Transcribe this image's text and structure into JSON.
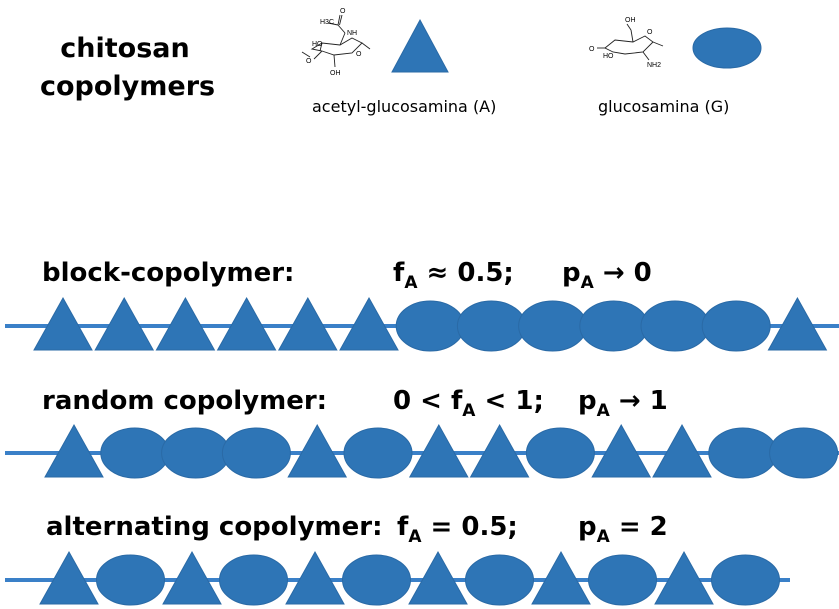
{
  "header": {
    "title_line1": "chitosan",
    "title_line2": "copolymers"
  },
  "legend": {
    "acetyl": {
      "caption": "acetyl-glucosamina (A)",
      "shape": "triangle",
      "structure_labels": [
        "H3C",
        "O",
        "NH",
        "HO",
        "O",
        "O",
        "OH"
      ]
    },
    "gluco": {
      "caption": "glucosamina (G)",
      "shape": "ellipse",
      "structure_labels": [
        "OH",
        "O",
        "HO",
        "O",
        "NH2"
      ]
    }
  },
  "rows": [
    {
      "name": "block-copolymer",
      "label": "block-copolymer:",
      "f": {
        "prefix": "f",
        "sub": "A",
        "rest": " ≈ 0.5;"
      },
      "p": {
        "prefix": "p",
        "sub": "A",
        "rest": " → 0"
      },
      "sequence": [
        "A",
        "A",
        "A",
        "A",
        "A",
        "A",
        "G",
        "G",
        "G",
        "G",
        "G",
        "G",
        "A"
      ]
    },
    {
      "name": "random-copolymer",
      "label": "random copolymer:",
      "f": {
        "prefix": "0 < f",
        "sub": "A",
        "rest": " < 1;"
      },
      "p": {
        "prefix": "p",
        "sub": "A",
        "rest": " → 1"
      },
      "sequence": [
        "A",
        "G",
        "G",
        "G",
        "A",
        "G",
        "A",
        "A",
        "G",
        "A",
        "A",
        "G",
        "G"
      ]
    },
    {
      "name": "alternating-copolymer",
      "label": "alternating copolymer:",
      "f": {
        "prefix": "f",
        "sub": "A",
        "rest": " = 0.5;"
      },
      "p": {
        "prefix": "p",
        "sub": "A",
        "rest": " = 2"
      },
      "sequence": [
        "A",
        "G",
        "A",
        "G",
        "A",
        "G",
        "A",
        "G",
        "A",
        "G",
        "A",
        "G"
      ]
    }
  ],
  "colors": {
    "monomer_fill": "#2e75b6",
    "monomer_stroke": "#2a6aa6",
    "chain_line": "#3a80c8"
  }
}
